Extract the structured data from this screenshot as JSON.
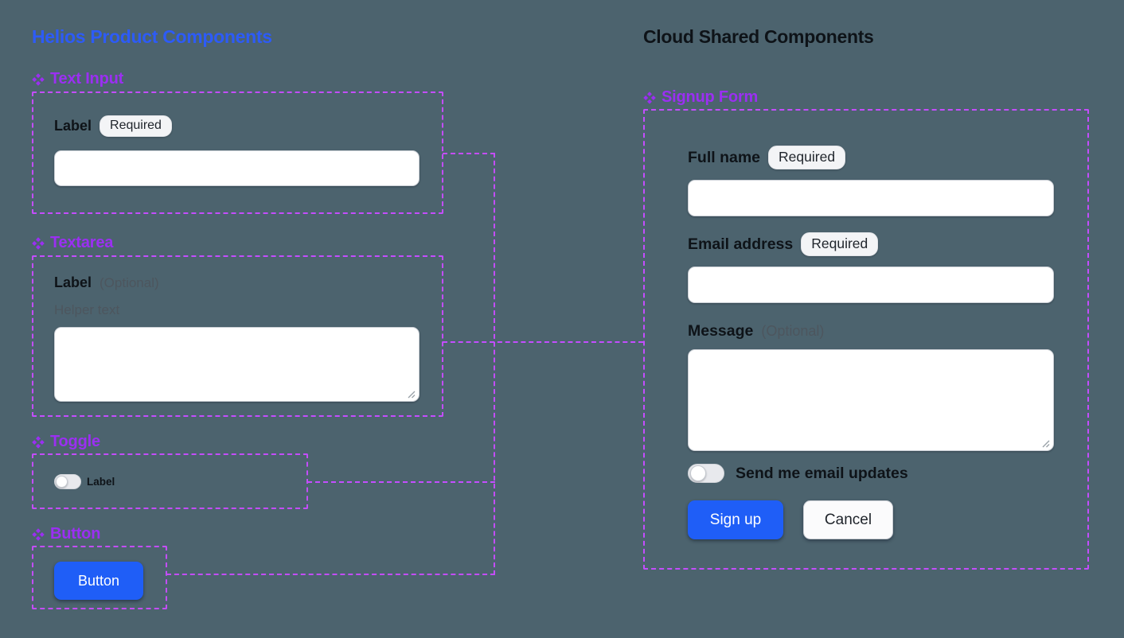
{
  "colors": {
    "background": "#4C636E",
    "component_purple": "#9B2FF2",
    "dashed_outline": "#C44DFF",
    "primary_blue": "#1F5EF7",
    "title_blue": "#2D5BF7"
  },
  "icons": {
    "component": "four-diamond-component-icon"
  },
  "left_panel": {
    "title": "Helios Product Components",
    "text_input": {
      "header": "Text Input",
      "label": "Label",
      "badge": "Required",
      "value": ""
    },
    "textarea": {
      "header": "Textarea",
      "label": "Label",
      "optional": "(Optional)",
      "helper": "Helper text",
      "value": ""
    },
    "toggle": {
      "header": "Toggle",
      "label": "Label",
      "state": "off"
    },
    "button": {
      "header": "Button",
      "label": "Button"
    }
  },
  "right_panel": {
    "title": "Cloud Shared Components",
    "signup_form": {
      "header": "Signup Form",
      "full_name": {
        "label": "Full name",
        "badge": "Required",
        "value": ""
      },
      "email": {
        "label": "Email address",
        "badge": "Required",
        "value": ""
      },
      "message": {
        "label": "Message",
        "optional": "(Optional)",
        "value": ""
      },
      "updates_toggle": {
        "label": "Send me email updates",
        "state": "off"
      },
      "submit_label": "Sign up",
      "cancel_label": "Cancel"
    }
  }
}
